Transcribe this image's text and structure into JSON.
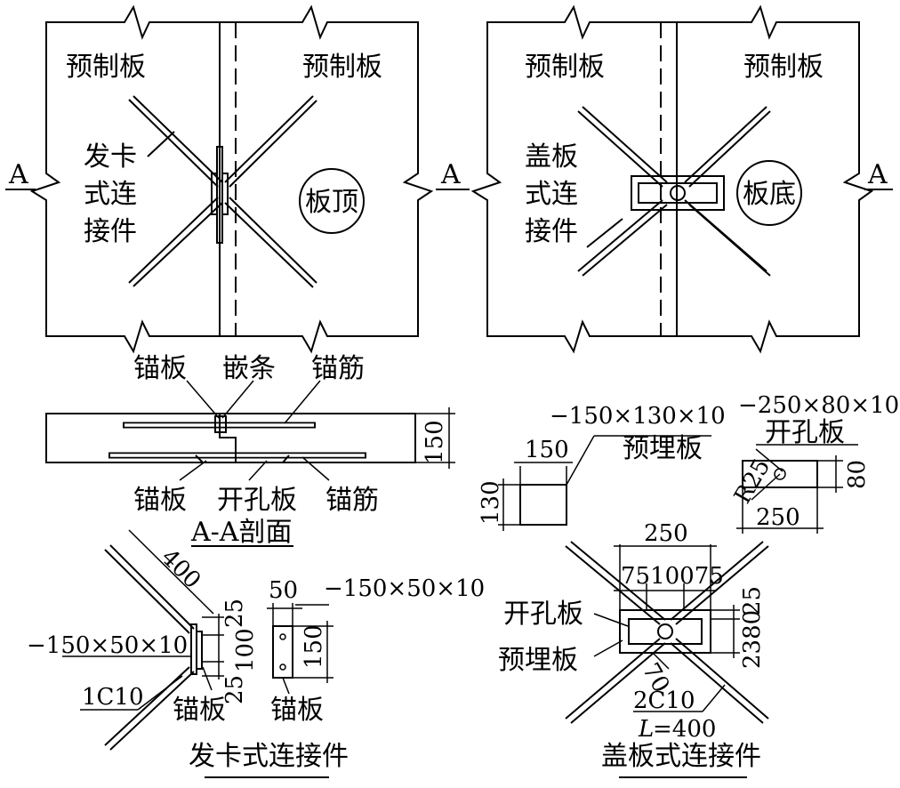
{
  "plan_left": {
    "panel_left_label": "预制板",
    "panel_right_label": "预制板",
    "callout_line1": "发卡",
    "callout_line2": "式连",
    "callout_line3": "接件",
    "circle_label": "板顶",
    "section_mark_left": "A"
  },
  "plan_right": {
    "panel_left_label": "预制板",
    "panel_right_label": "预制板",
    "callout_line1": "盖板",
    "callout_line2": "式连",
    "callout_line3": "接件",
    "circle_label": "板底",
    "section_mark_right": "A"
  },
  "section": {
    "top_label_1": "锚板",
    "top_label_2": "嵌条",
    "top_label_3": "锚筋",
    "bottom_label_1": "锚板",
    "bottom_label_2": "开孔板",
    "bottom_label_3": "锚筋",
    "depth_dim": "150",
    "title": "A-A剖面"
  },
  "hairpin": {
    "length_dim": "400",
    "plate_spec": "−150×50×10",
    "bar_spec": "1C10",
    "dim_25_top": "25",
    "dim_100": "100",
    "dim_25_bottom": "25",
    "plate_label": "锚板",
    "detail_width_dim": "50",
    "detail_spec": "−150×50×10",
    "detail_height_dim": "150",
    "detail_label": "锚板",
    "title": "发卡式连接件"
  },
  "cover": {
    "embed_spec": "−150×130×10",
    "embed_label": "预埋板",
    "embed_width_dim": "150",
    "embed_height_dim": "130",
    "hole_spec": "−250×80×10",
    "hole_label": "开孔板",
    "radius_dim": "R25",
    "hole_width_dim": "250",
    "hole_height_dim": "80",
    "overall_dim": "250",
    "sub_dims": "7510075",
    "right_dims": "25",
    "right_dims_2": "2380",
    "label_hole_plate": "开孔板",
    "label_embed_plate": "预埋板",
    "dim_70": "70",
    "bar_spec": "2C10",
    "bar_length_prefix": "L",
    "bar_length_value": "=400",
    "title": "盖板式连接件"
  }
}
